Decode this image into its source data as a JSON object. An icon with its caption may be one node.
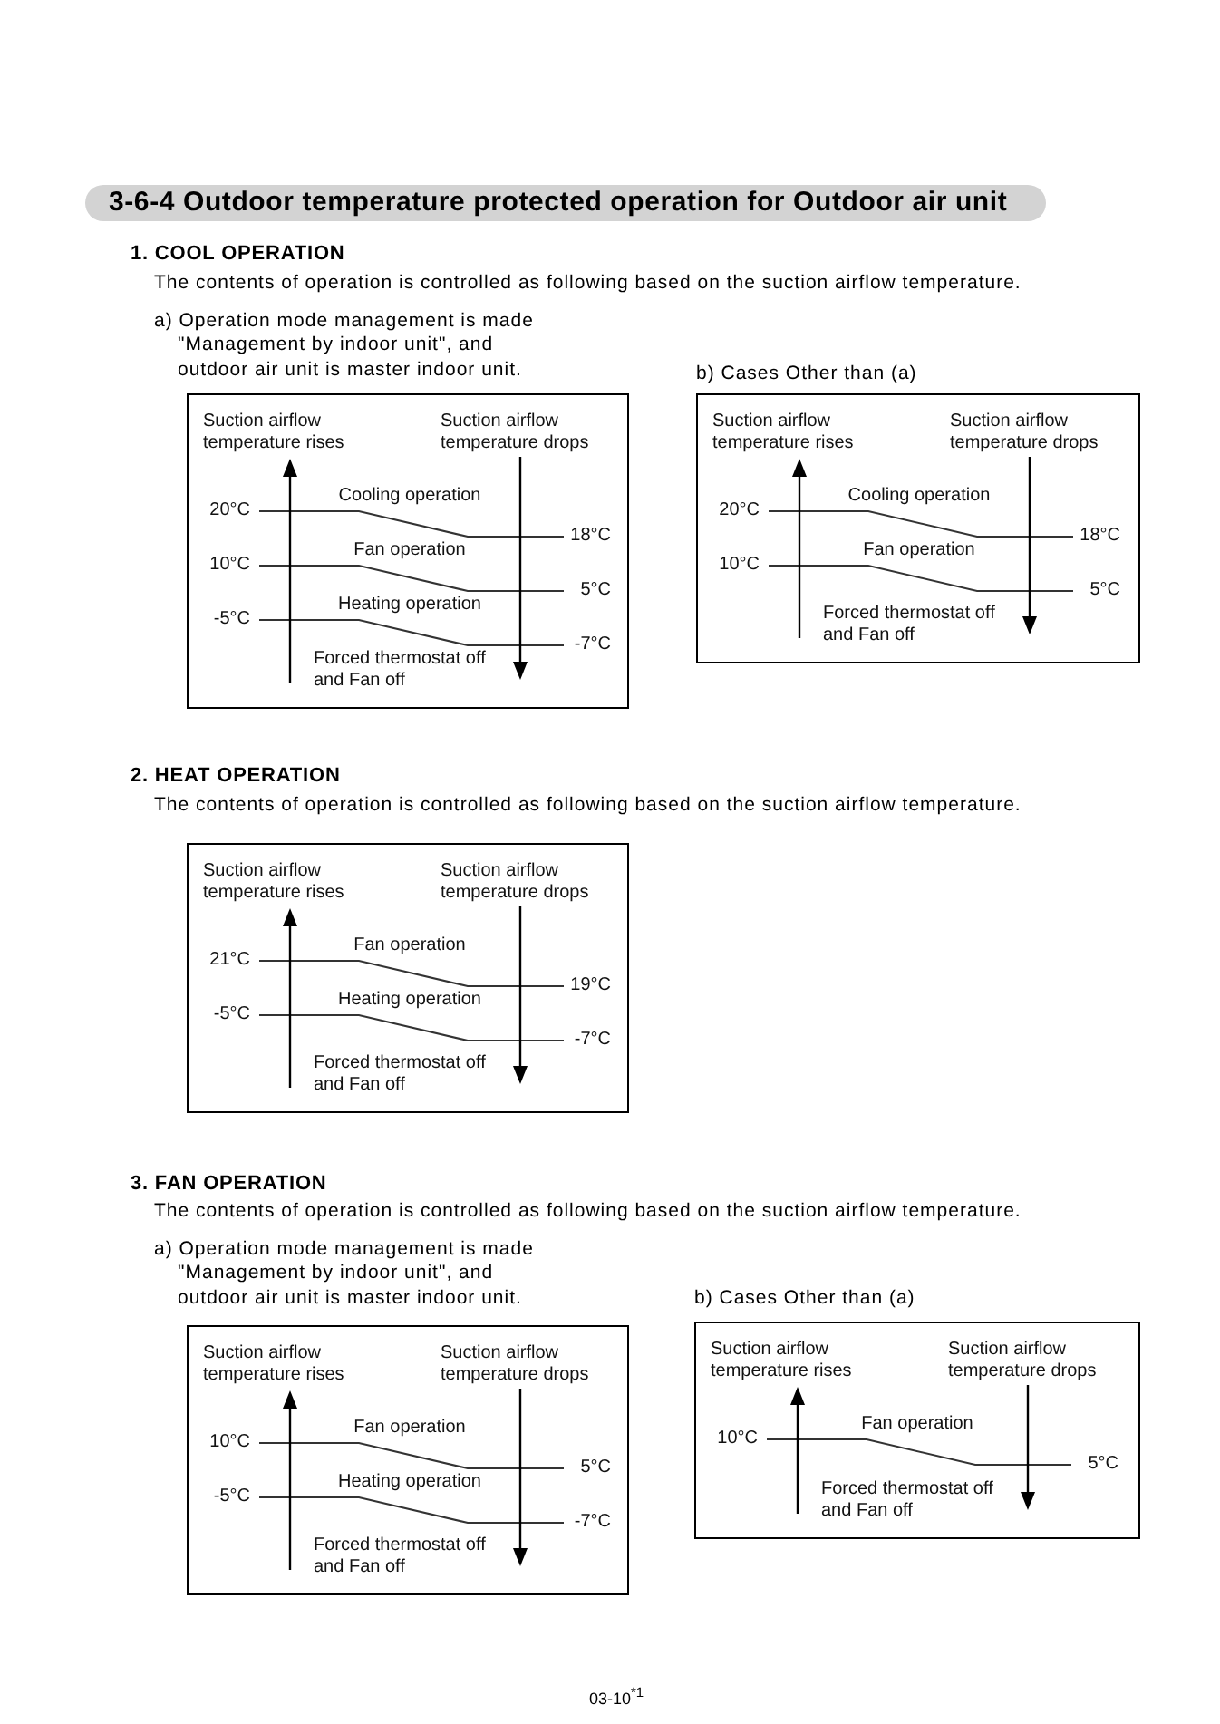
{
  "diagram": {
    "title": "3-6-4 Outdoor temperature protected operation for Outdoor air unit",
    "nodes": [
      {
        "text": [
          "Suction airflow temperature rises",
          "Suction airflow temperature drops",
          "Cooling operation",
          "20°C",
          "18°C",
          "Fan operation",
          "10°C",
          "5°C",
          "Heating operation",
          "-5°C",
          "-7°C",
          "Forced thermostat off and Fan off"
        ],
        "beside": [
          "a) Operation mode management is made \"Management by indoor unit\", and outdoor air unit is master indoor unit."
        ]
      },
      {
        "text": [
          "Suction airflow temperature rises",
          "Suction airflow temperature drops",
          "Cooling operation",
          "20°C",
          "18°C",
          "Fan operation",
          "10°C",
          "5°C",
          "Forced thermostat off and Fan off"
        ],
        "beside": [
          "b) Cases Other than (a)"
        ]
      },
      {
        "text": [
          "Suction airflow temperature rises",
          "Suction airflow temperature drops",
          "Fan operation",
          "21°C",
          "19°C",
          "Heating operation",
          "-5°C",
          "-7°C",
          "Forced thermostat off and Fan off"
        ]
      },
      {
        "text": [
          "Suction airflow temperature rises",
          "Suction airflow temperature drops",
          "Fan operation",
          "10°C",
          "5°C",
          "Heating operation",
          "-5°C",
          "-7°C",
          "Forced thermostat off and Fan off"
        ],
        "beside": [
          "a) Operation mode management is made \"Management by indoor unit\", and outdoor air unit is master indoor unit."
        ]
      },
      {
        "text": [
          "Suction airflow temperature rises",
          "Suction airflow temperature drops",
          "Fan operation",
          "10°C",
          "5°C",
          "Forced thermostat off and Fan off"
        ],
        "beside": [
          "b) Cases Other than (a)"
        ]
      }
    ],
    "labels": [
      "1. COOL OPERATION",
      "The contents of operation is controlled as following based on the suction airflow temperature.",
      "2. HEAT OPERATION",
      "The contents of operation is controlled as following based on the suction airflow temperature.",
      "3. FAN OPERATION",
      "The contents of operation is controlled as following based on the suction airflow temperature.",
      "03-10$^{*1}$"
    ]
  }
}
